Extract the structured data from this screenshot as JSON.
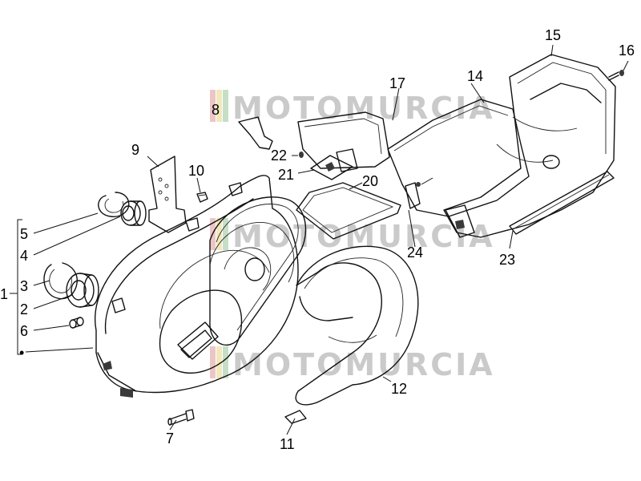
{
  "watermark": "MOTOMURCIA",
  "bullet": "•",
  "labels": {
    "p1": "1",
    "p2": "2",
    "p3": "3",
    "p4": "4",
    "p5": "5",
    "p6": "6",
    "p7": "7",
    "p8": "8",
    "p9": "9",
    "p10": "10",
    "p11": "11",
    "p12": "12",
    "p14": "14",
    "p15": "15",
    "p16": "16",
    "p17": "17",
    "p20": "20",
    "p21": "21",
    "p22": "22",
    "p23": "23",
    "p24": "24"
  },
  "colors": {
    "line": "#111111",
    "watermark": "#8c8c8c",
    "bg": "#ffffff"
  }
}
